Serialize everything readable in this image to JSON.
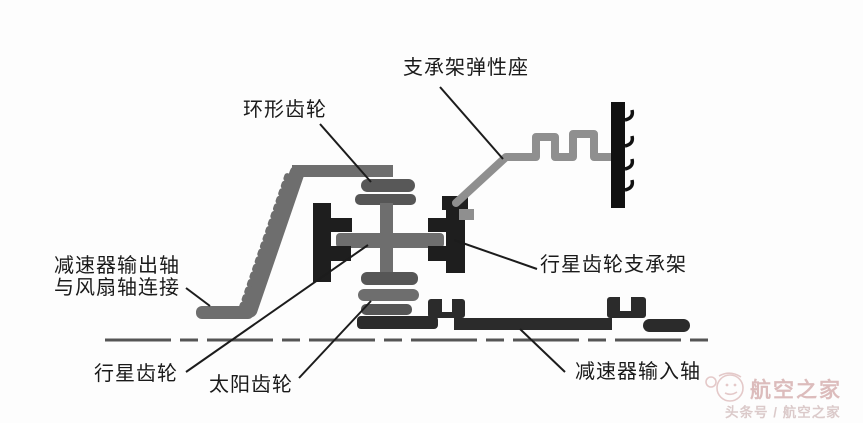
{
  "diagram": {
    "kind": "planetary-gear-reducer-cross-section",
    "labels": {
      "elastic_seat": "支承架弹性座",
      "ring_gear": "环形齿轮",
      "output_shaft_line1": "减速器输出轴",
      "output_shaft_line2": "与风扇轴连接",
      "planet_carrier": "行星齿轮支承架",
      "planet_gear": "行星齿轮",
      "sun_gear": "太阳齿轮",
      "input_shaft": "减速器输入轴"
    },
    "colors": {
      "background": "#fdfdfd",
      "part_gray": "#6e6e6e",
      "part_dark_gray": "#565656",
      "ring_rim_gray": "#585858",
      "carrier_black": "#1e1e1e",
      "input_shaft_dark": "#2b2b2b",
      "elastic_gray": "#8f8f8f",
      "wall_black": "#111111",
      "centerline": "#555555",
      "leader_line": "#1c1c1c",
      "label_text": "#1a1a1a",
      "watermark_pink": "#dcbcbc",
      "watermark_byline_pink": "#dbcaca"
    },
    "watermark": {
      "logo_icon": "aviator-mascot-icon",
      "brand": "航空之家",
      "byline": "头条号 / 航空之家"
    }
  }
}
